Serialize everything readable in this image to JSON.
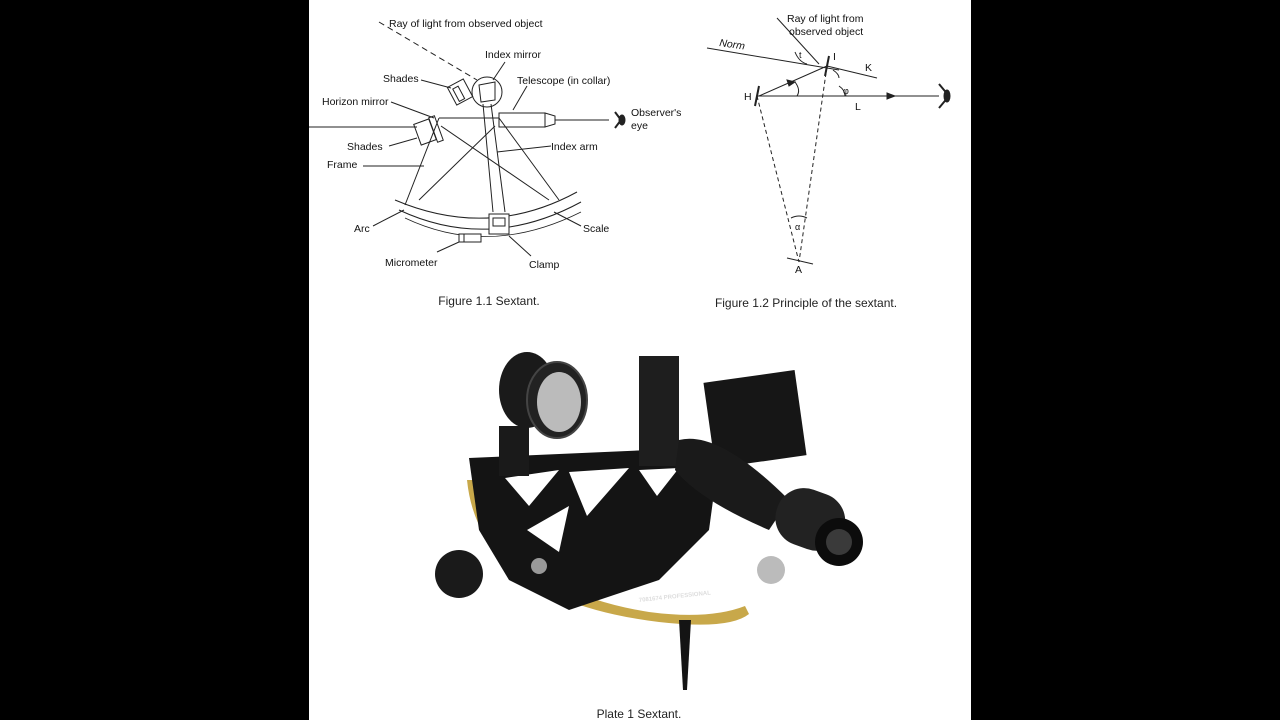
{
  "figure_1_1": {
    "caption": "Figure 1.1 Sextant.",
    "labels": {
      "ray": "Ray of light from observed object",
      "index_mirror": "Index mirror",
      "shades_top": "Shades",
      "telescope": "Telescope (in collar)",
      "horizon_mirror": "Horizon mirror",
      "observers_eye_1": "Observer's",
      "observers_eye_2": "eye",
      "shades_bottom": "Shades",
      "index_arm": "Index arm",
      "frame": "Frame",
      "arc": "Arc",
      "scale": "Scale",
      "micrometer": "Micrometer",
      "clamp": "Clamp"
    }
  },
  "figure_1_2": {
    "caption": "Figure 1.2 Principle of the sextant.",
    "labels": {
      "ray_1": "Ray of light from",
      "ray_2": "observed object",
      "norm": "Norm",
      "I": "I",
      "K": "K",
      "H": "H",
      "L": "L",
      "A": "A",
      "t": "t",
      "alpha": "α",
      "phi": "φ"
    }
  },
  "plate_1": {
    "caption": "Plate 1 Sextant.",
    "engraving": "7081674 PROFESSIONAL"
  },
  "colors": {
    "background": "#000000",
    "page": "#ffffff",
    "sextant_body": "#141414",
    "arc_brass": "#c8a84a"
  }
}
